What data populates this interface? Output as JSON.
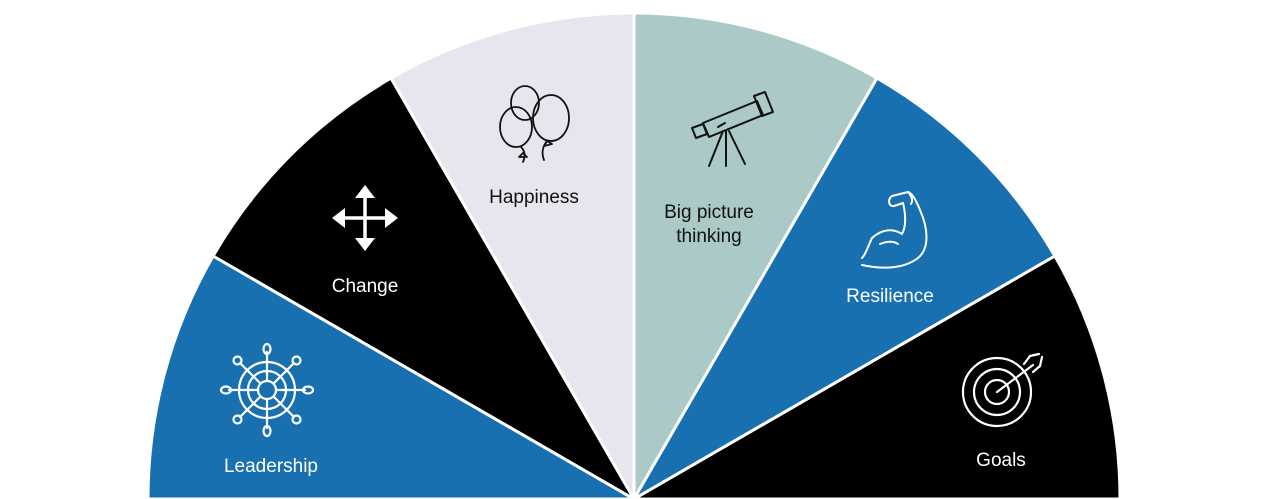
{
  "segments": [
    {
      "id": "leadership",
      "label": "Leadership",
      "icon": "ship-wheel-icon",
      "fill": "#1870b0",
      "text_color": "#ffffff"
    },
    {
      "id": "change",
      "label": "Change",
      "icon": "move-arrows-icon",
      "fill": "#000000",
      "text_color": "#ffffff"
    },
    {
      "id": "happiness",
      "label": "Happiness",
      "icon": "balloons-icon",
      "fill": "#e9e5ee",
      "text_color": "#111111"
    },
    {
      "id": "big-picture",
      "label": "Big picture thinking",
      "label_lines": [
        "Big picture",
        "thinking"
      ],
      "icon": "telescope-icon",
      "fill": "#abc9c6",
      "text_color": "#111111"
    },
    {
      "id": "resilience",
      "label": "Resilience",
      "icon": "flexed-arm-icon",
      "fill": "#1870b0",
      "text_color": "#ffffff"
    },
    {
      "id": "goals",
      "label": "Goals",
      "icon": "target-arrow-icon",
      "fill": "#000000",
      "text_color": "#ffffff"
    }
  ]
}
